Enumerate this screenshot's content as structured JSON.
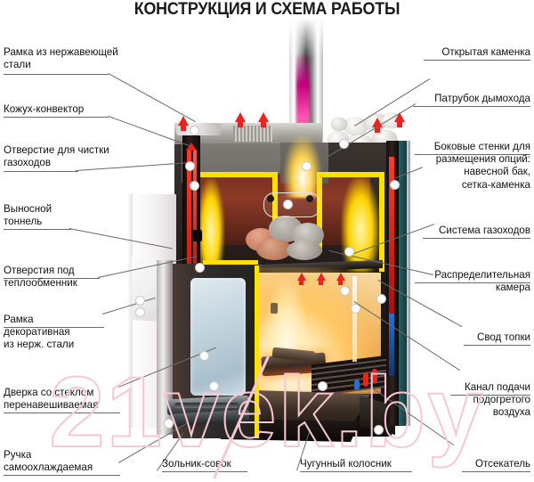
{
  "title": "КОНСТРУКЦИЯ И СХЕМА РАБОТЫ",
  "watermark": {
    "text_left": "21v",
    "text_right": "ek.by",
    "color": "#f6c9d2"
  },
  "colors": {
    "accent_yellow": "#ffe000",
    "hot_arrow_red": "#e8241f",
    "cold_arrow_blue": "#2b6fd0",
    "label_text": "#111111",
    "leader_line": "#6a6a6a",
    "title_text": "#1b1b1b",
    "background": "#ffffff"
  },
  "labels": {
    "left": [
      {
        "id": "stainless-frame",
        "text": "Рамка из нержавеющей\nстали"
      },
      {
        "id": "convector-casing",
        "text": "Кожух-конвектор"
      },
      {
        "id": "flue-cleaning-hole",
        "text": "Отверстие для чистки\nгазоходов"
      },
      {
        "id": "remote-tunnel",
        "text": "Выносной\nтоннель"
      },
      {
        "id": "heat-exchanger-holes",
        "text": "Отверстия под\nтеплообменник"
      },
      {
        "id": "decorative-frame",
        "text": "Рамка\nдекоративная\nиз нерж. стали"
      },
      {
        "id": "glass-door",
        "text": "Дверка со стеклом\nперенавешиваемая"
      },
      {
        "id": "self-cooling-handle",
        "text": "Ручка\nсамоохлаждаемая"
      }
    ],
    "right": [
      {
        "id": "open-stone-basket",
        "text": "Открытая каменка"
      },
      {
        "id": "chimney-pipe",
        "text": "Патрубок дымохода"
      },
      {
        "id": "side-walls-options",
        "text": "Боковые стенки для\nразмещения опций:\nнавесной  бак,\nсетка-каменка"
      },
      {
        "id": "flue-system",
        "text": "Система газоходов"
      },
      {
        "id": "distribution-chamber",
        "text": "Распределительная\nкамера"
      },
      {
        "id": "firebox-vault",
        "text": "Свод  топки"
      },
      {
        "id": "preheated-air-channel",
        "text": "Канал подачи\nподогретого\nвоздуха"
      },
      {
        "id": "cutoff-baffle",
        "text": "Отсекатель"
      }
    ],
    "bottom": [
      {
        "id": "ash-pan",
        "text": "Зольник-совок"
      },
      {
        "id": "cast-iron-grate",
        "text": "Чугунный колосник"
      }
    ]
  }
}
